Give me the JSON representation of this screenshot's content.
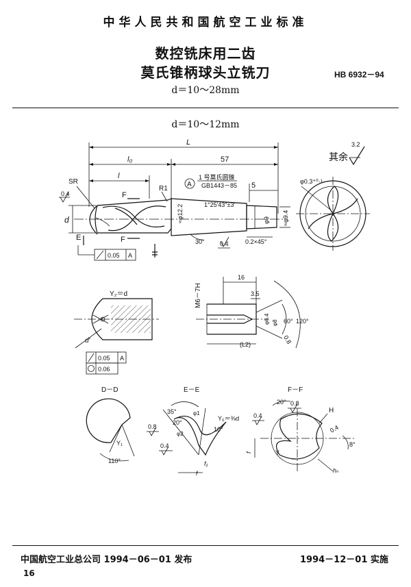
{
  "header": {
    "standard_name": "中华人民共和国航空工业标准",
    "title_line1": "数控铣床用二齿",
    "title_line2": "莫氏锥柄球头立铣刀",
    "range": "d＝10～28mm",
    "code": "HB 6932－94"
  },
  "section": {
    "subtitle": "d＝10～12mm"
  },
  "main_view": {
    "dim_L": "L",
    "dim_l0": "l₀",
    "dim_l": "l",
    "dim_57": "57",
    "dim_5": "5",
    "label_SR": "SR",
    "label_R1": "R1",
    "label_F_top": "F",
    "label_F_bot": "F",
    "label_E": "E",
    "label_d": "d",
    "callout_A": "A",
    "morse_line1": "1 号莫氏圆锥",
    "morse_line2": "GB1443－85",
    "taper_angle": "1°25′43″±3′",
    "dia_122": "≈φ12.2",
    "dia_9": "φ9",
    "dia_94": "≈φ9.4",
    "angle_30": "30°",
    "chamfer": "0.2×45°",
    "rough_04_a": "0.4",
    "rough_04_b": "0.4",
    "runout_value": "0.05",
    "runout_datum": "A"
  },
  "roughness_note": {
    "label": "其余",
    "value": "3.2"
  },
  "end_view": {
    "dia_label": "φ0.3⁺⁰·¹"
  },
  "ball_detail": {
    "label_y2": "Y₂＝d",
    "label_dprime": "d′",
    "tol_row1_value": "0.05",
    "tol_row1_datum": "A",
    "tol_row2_value": "0.06"
  },
  "center_detail": {
    "thread": "M6－7H",
    "dim_16": "16",
    "dim_35": "3.5",
    "dim_l2": "(L2)",
    "dia_64": "φ6.4",
    "dia_8": "φ8",
    "angle_60": "60°",
    "angle_120": "120°",
    "rough_08": "0.8"
  },
  "section_dd": {
    "title": "D－D",
    "label_y1": "Y₁",
    "angle_110": "110°"
  },
  "section_ee": {
    "title": "E－E",
    "angle_35": "35°",
    "angle_20": "20°",
    "label_phi1": "φ1",
    "label_phi2": "φ2",
    "label_y6": "Y₆＝⅜d",
    "angle_10": "10°",
    "rough_08": "0.8",
    "rough_04": "0.4",
    "label_f1": "f₁",
    "label_f": "f"
  },
  "section_ff": {
    "title": "F－F",
    "angle_20": "20°",
    "rough_08": "0.8",
    "rough_04_a": "0.4",
    "rough_04_b": "0.4",
    "label_H": "H",
    "label_Y": "Y",
    "label_f": "f",
    "label_hn": "hₙ",
    "angle_8": "8°"
  },
  "footer": {
    "publisher": "中国航空工业总公司 1994－06－01 发布",
    "effective": "1994－12－01 实施",
    "page": "16"
  }
}
